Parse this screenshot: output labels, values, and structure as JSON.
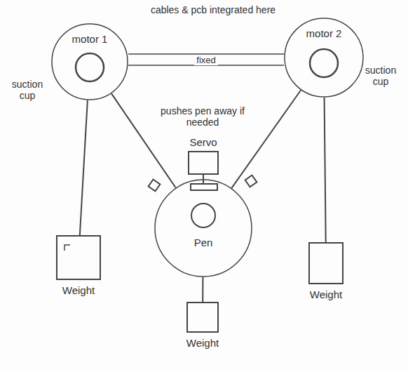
{
  "diagram": {
    "nodes": [
      {
        "text": [
          "motor 1"
        ]
      },
      {
        "text": [
          "motor 2"
        ]
      },
      {
        "text": [
          "Servo"
        ]
      },
      {
        "text": [
          "Pen"
        ]
      },
      {
        "text": [
          "Weight"
        ]
      },
      {
        "text": [
          "Weight"
        ]
      },
      {
        "text": [
          "Weight"
        ]
      }
    ],
    "edges": [
      {
        "from": 0,
        "to": 1,
        "label": "fixed",
        "arrow": "none"
      },
      {
        "from": 0,
        "to": 3,
        "arrow": "none"
      },
      {
        "from": 1,
        "to": 3,
        "arrow": "none"
      },
      {
        "from": 0,
        "to": 4,
        "arrow": "none"
      },
      {
        "from": 1,
        "to": 6,
        "arrow": "none"
      },
      {
        "from": 3,
        "to": 5,
        "arrow": "none"
      }
    ],
    "labels": [
      "cables & pcb integrated here",
      "suction cup",
      "suction cup",
      "pushes pen away if needed"
    ]
  }
}
